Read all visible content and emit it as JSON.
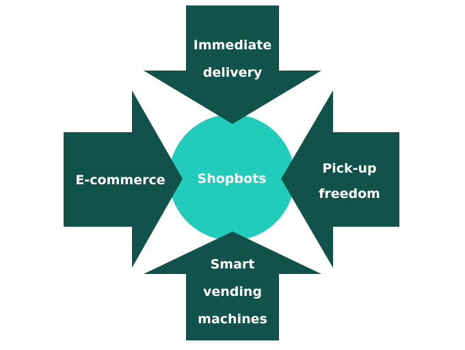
{
  "colors": {
    "arrow": "#11524a",
    "center": "#21ccbb",
    "text": "#ffffff",
    "background": "#ffffff"
  },
  "center": {
    "label": "Shopbots"
  },
  "arrows": {
    "top": {
      "line1": "Immediate",
      "line2": "delivery"
    },
    "left": {
      "line1": "E-commerce"
    },
    "right": {
      "line1": "Pick-up",
      "line2": "freedom"
    },
    "bottom": {
      "line1": "Smart",
      "line2": "vending",
      "line3": "machines"
    }
  }
}
